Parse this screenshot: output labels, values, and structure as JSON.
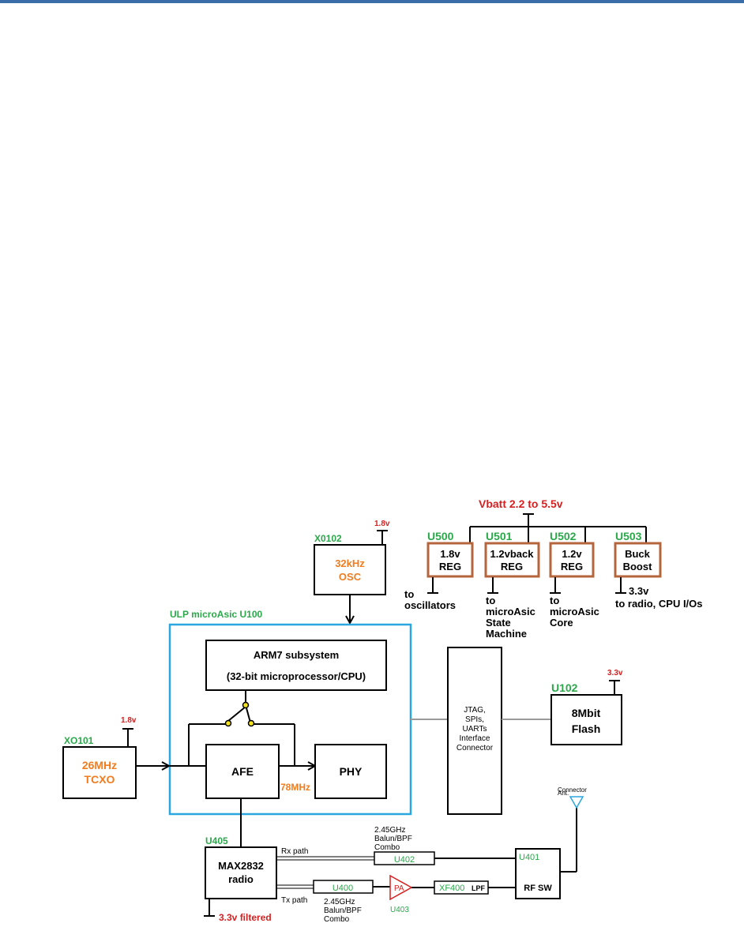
{
  "colors": {
    "header_bar": "#3b6ea8",
    "green_label": "#2aa84a",
    "orange_label": "#f07c1e",
    "red_label": "#d62020",
    "brown_box": "#b5653c",
    "blue_border": "#2aa7e0",
    "gray_line": "#9a9a9a"
  },
  "power": {
    "vbatt": "Vbatt 2.2 to 5.5v",
    "regulators": [
      {
        "id": "U500",
        "line1": "1.8v",
        "line2": "REG",
        "out_lines": [
          "to",
          "oscillators"
        ]
      },
      {
        "id": "U501",
        "line1": "1.2vback",
        "line2": "REG",
        "out_lines": [
          "to",
          "microAsic",
          "State",
          "Machine"
        ]
      },
      {
        "id": "U502",
        "line1": "1.2v",
        "line2": "REG",
        "out_lines": [
          "to",
          "microAsic",
          "Core"
        ]
      },
      {
        "id": "U503",
        "line1": "Buck",
        "line2": "Boost",
        "out_lines": [
          "3.3v",
          "to radio, CPU I/Os"
        ]
      }
    ]
  },
  "osc32": {
    "id": "X0102",
    "supply": "1.8v",
    "line1": "32kHz",
    "line2": "OSC"
  },
  "asic": {
    "label": "ULP microAsic U100"
  },
  "arm": {
    "line1": "ARM7 subsystem",
    "line2": "(32-bit microprocessor/CPU)"
  },
  "afe": {
    "label": "AFE",
    "clock": "78MHz"
  },
  "phy": {
    "label": "PHY"
  },
  "tcxo": {
    "id": "XO101",
    "supply": "1.8v",
    "line1": "26MHz",
    "line2": "TCXO"
  },
  "jtag": {
    "lines": [
      "JTAG,",
      "SPIs,",
      "UARTs",
      "Interface",
      "Connector"
    ]
  },
  "flash": {
    "id": "U102",
    "supply": "3.3v",
    "line1": "8Mbit",
    "line2": "Flash"
  },
  "radio": {
    "id": "U405",
    "line1": "MAX2832",
    "line2": "radio",
    "supply": "3.3v filtered",
    "rx": "Rx path",
    "tx": "Tx path"
  },
  "rf": {
    "rx_balun": {
      "id": "U402",
      "caption": [
        "2.45GHz",
        "Balun/BPF",
        "Combo"
      ]
    },
    "tx_balun": {
      "id": "U400",
      "caption": [
        "2.45GHz",
        "Balun/BPF",
        "Combo"
      ]
    },
    "pa": {
      "label": "PA",
      "id": "U403"
    },
    "lpf": {
      "id": "XF400",
      "label": "LPF"
    },
    "switch": {
      "id": "U401",
      "label": "RF SW"
    },
    "antenna": [
      "Ant.",
      "Connector"
    ]
  }
}
